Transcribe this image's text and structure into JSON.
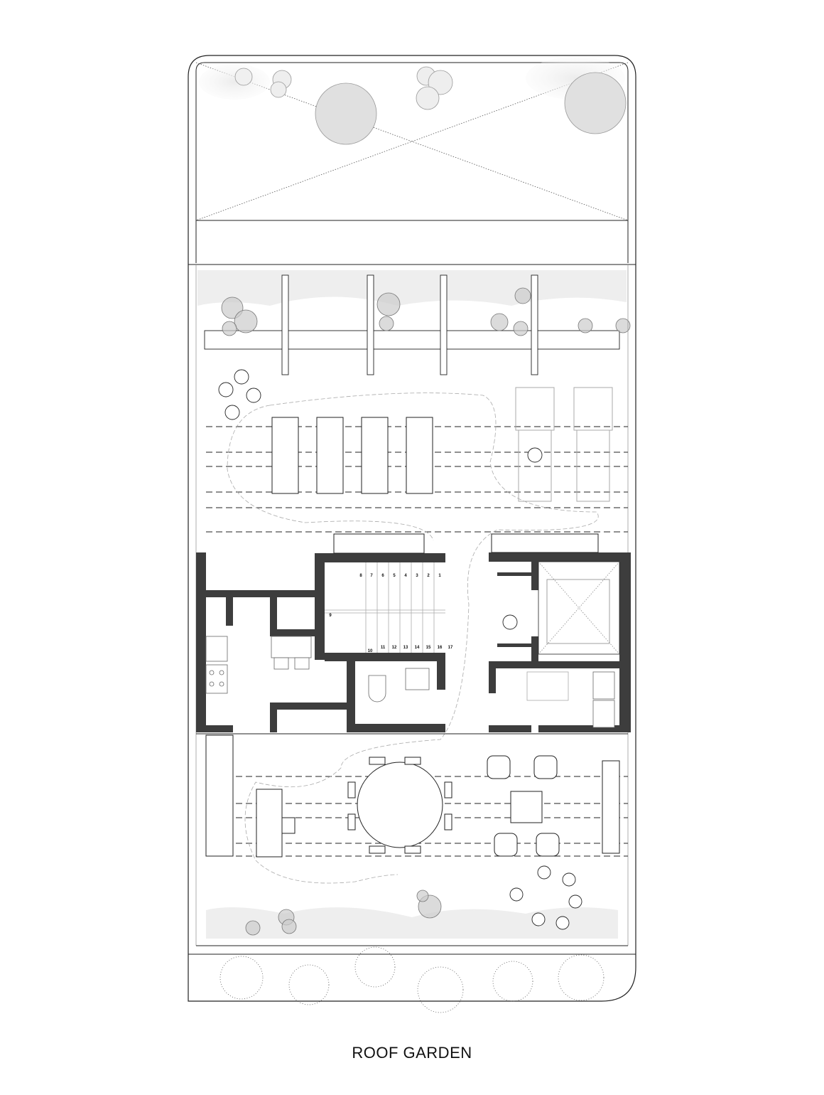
{
  "title": "ROOF GARDEN",
  "colors": {
    "wall": "#3d3d3d",
    "line": "#222222",
    "foliage": "#d9d9d9"
  },
  "stairs": {
    "upper": [
      "8",
      "7",
      "6",
      "5",
      "4",
      "3",
      "2",
      "1"
    ],
    "landing": "9",
    "lower": [
      "10",
      "11",
      "12",
      "13",
      "14",
      "15",
      "16",
      "17"
    ]
  }
}
